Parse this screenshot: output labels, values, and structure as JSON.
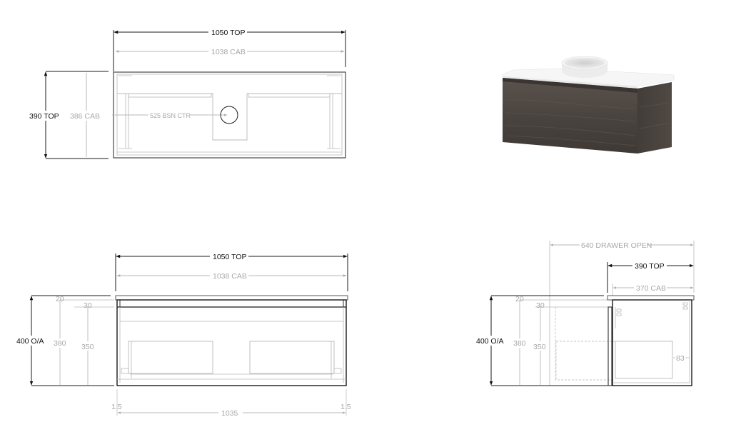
{
  "plan_view": {
    "top_width_label": "1050 TOP",
    "cab_width_label": "1038 CAB",
    "top_depth_label": "390 TOP",
    "cab_depth_label": "386 CAB",
    "basin_center_label": "525 BSN CTR"
  },
  "front_view": {
    "top_width_label": "1050 TOP",
    "cab_width_label": "1038 CAB",
    "overall_height_label": "400 O/A",
    "top_thickness_label": "20",
    "gap_label": "30",
    "cab_height_label": "380",
    "drawer_height_label": "350",
    "left_offset_label": "1.5",
    "right_offset_label": "1.5",
    "drawer_width_label": "1035"
  },
  "side_view": {
    "drawer_open_label": "640 DRAWER OPEN",
    "top_depth_label": "390 TOP",
    "cab_depth_label": "370 CAB",
    "overall_height_label": "400 O/A",
    "top_thickness_label": "20",
    "gap_label": "30",
    "cab_height_label": "380",
    "drawer_height_label": "350",
    "inner_depth_label": "83"
  },
  "render": {
    "cabinet_finish_color": "#4a4440",
    "top_color": "#f4f4f4",
    "basin_color": "#ececec"
  }
}
